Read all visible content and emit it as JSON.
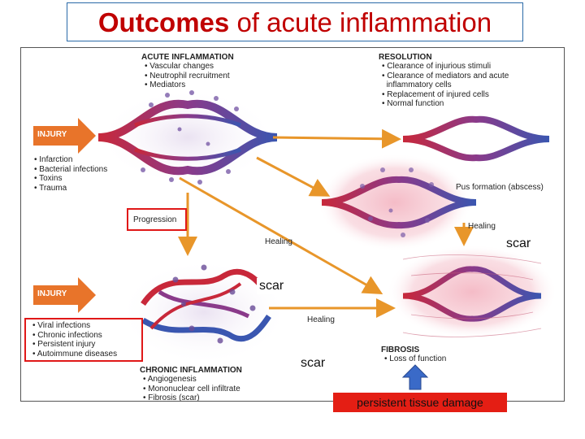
{
  "title": {
    "emphasis": "Outcomes",
    "rest": "of acute inflammation"
  },
  "acute": {
    "heading": "ACUTE INFLAMMATION",
    "items": [
      "Vascular changes",
      "Neutrophil recruitment",
      "Mediators"
    ]
  },
  "resolution": {
    "heading": "RESOLUTION",
    "items": [
      "Clearance of injurious stimuli",
      "Clearance of mediators and acute",
      "inflammatory cells",
      "Replacement of injured cells",
      "Normal function"
    ]
  },
  "injury_top": {
    "label": "INJURY",
    "causes": [
      "Infarction",
      "Bacterial infections",
      "Toxins",
      "Trauma"
    ]
  },
  "injury_bottom": {
    "label": "INJURY",
    "causes": [
      "Viral infections",
      "Chronic infections",
      "Persistent injury",
      "Autoimmune diseases"
    ]
  },
  "progression": "Progression",
  "pus": "Pus formation (abscess)",
  "healing_labels": [
    "Healing",
    "Healing",
    "Healing"
  ],
  "chronic": {
    "heading": "CHRONIC INFLAMMATION",
    "items": [
      "Angiogenesis",
      "Mononuclear cell infiltrate",
      "Fibrosis (scar)"
    ]
  },
  "fibrosis": {
    "heading": "FIBROSIS",
    "items": [
      "Loss of function"
    ]
  },
  "annotations": {
    "scar_1": "scar",
    "scar_2": "scar",
    "scar_3": "scar",
    "persistent": "persistent tissue damage"
  },
  "colors": {
    "title": "#c00000",
    "arrow": "#e8962a",
    "injury": "#e8742a",
    "highlight": "#e01818",
    "vessel_red": "#c8283a",
    "vessel_blue": "#3a56b0",
    "tissue_pink": "#f4b8c4"
  }
}
